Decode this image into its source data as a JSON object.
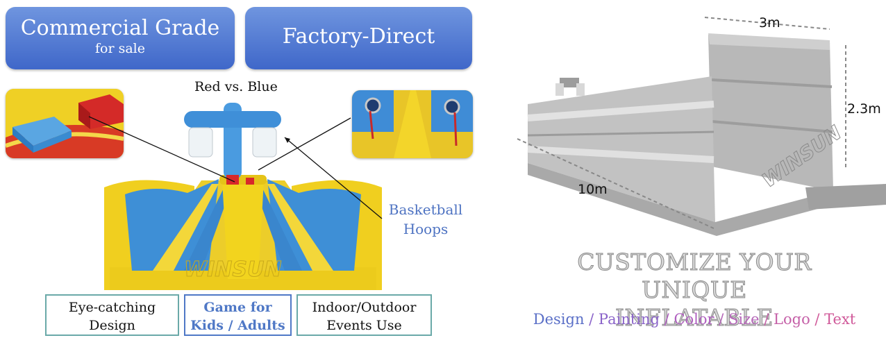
{
  "banners": {
    "commercial": {
      "title": "Commercial Grade",
      "subtitle": "for sale"
    },
    "factory": {
      "title": "Factory-Direct"
    }
  },
  "captions": {
    "red_vs_blue": "Red vs. Blue",
    "hoops_line1": "Basketball",
    "hoops_line2": "Hoops"
  },
  "features": [
    {
      "line1": "Eye-catching",
      "line2": "Design"
    },
    {
      "line1": "Game for",
      "line2": "Kids / Adults"
    },
    {
      "line1": "Indoor/Outdoor",
      "line2": "Events Use"
    }
  ],
  "dimensions": {
    "width": "3m",
    "height": "2.3m",
    "length": "10m"
  },
  "watermark": "WINSUN",
  "customize": {
    "line1": "CUSTOMIZE YOUR UNIQUE",
    "line2": "INFLATABLE",
    "options": [
      {
        "text": "Design",
        "color": "#5a6fc7"
      },
      {
        "text": "Painting",
        "color": "#8a63c9"
      },
      {
        "text": "Color",
        "color": "#b060c0"
      },
      {
        "text": "Size",
        "color": "#b566b8"
      },
      {
        "text": "Logo",
        "color": "#c560a8"
      },
      {
        "text": "Text",
        "color": "#d05a9a"
      }
    ],
    "separator": " / "
  },
  "colors": {
    "banner": "#4f78cf",
    "yellow": "#f2d21c",
    "blue": "#3e8fd6",
    "red": "#d72a2a",
    "gray": "#b9b9b9"
  }
}
